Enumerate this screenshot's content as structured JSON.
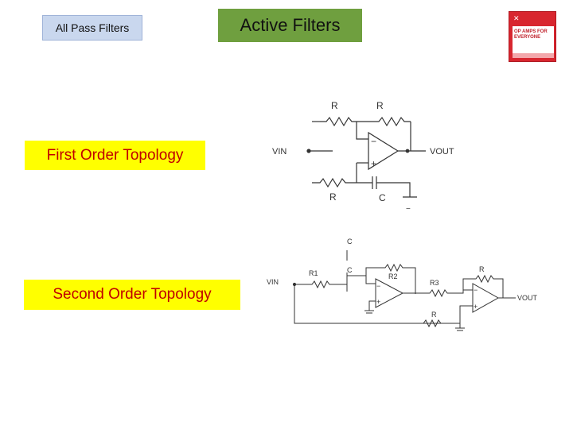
{
  "header": {
    "tag_label": "All Pass Filters",
    "title": "Active Filters"
  },
  "sections": {
    "first_label": "First Order Topology",
    "second_label": "Second Order Topology"
  },
  "book": {
    "cover_title": "OP AMPS FOR EVERYONE"
  },
  "circuit1": {
    "r_top_left": "R",
    "r_top_right": "R",
    "vin": "VIN",
    "vout": "VOUT",
    "r_bottom": "R",
    "c_bottom": "C",
    "minus": "−",
    "plus": "+",
    "ground_mark": "−"
  },
  "circuit2": {
    "vin": "VIN",
    "c_top": "C",
    "c_mid": "C",
    "r1": "R1",
    "r2": "R2",
    "r3": "R3",
    "r_top": "R",
    "r_bottom": "R",
    "vout": "VOUT",
    "minus1": "−",
    "plus1": "+",
    "minus2": "−",
    "plus2": "+"
  },
  "colors": {
    "tag_bg": "#c9d7ee",
    "title_bg": "#6f9f3f",
    "highlight_bg": "#ffff00",
    "highlight_text": "#c00000",
    "book_red": "#d8262f"
  }
}
